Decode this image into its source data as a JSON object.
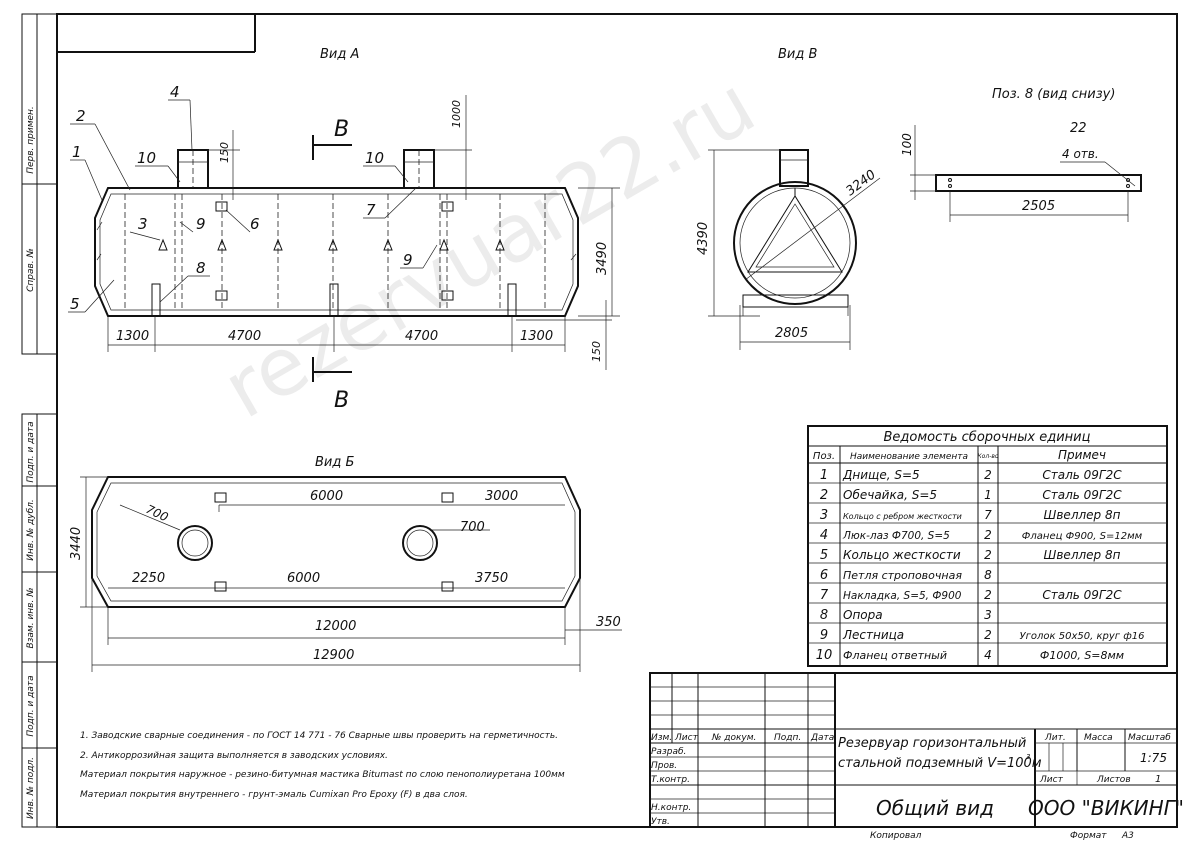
{
  "watermark": "rezervuar22.ru",
  "side_labels": [
    "Перв. примен.",
    "Справ. №",
    "Подп. и дата",
    "Инв. № дубл.",
    "Взам. инв. №",
    "Подп. и дата",
    "Инв. № подл."
  ],
  "views": {
    "a": {
      "title": "Вид А"
    },
    "b": {
      "title": "Вид Б"
    },
    "v": {
      "title": "Вид В"
    },
    "pos8": {
      "title": "Поз. 8 (вид снизу)"
    },
    "section_letter": "В"
  },
  "view_a": {
    "callouts": [
      "4",
      "2",
      "1",
      "10",
      "3",
      "9",
      "6",
      "10",
      "7",
      "9",
      "8",
      "5"
    ],
    "dims": {
      "len_1300_left": "1300",
      "len_4700_a": "4700",
      "len_4700_b": "4700",
      "len_1300_right": "1300",
      "height_3490": "3490",
      "neck_150": "150",
      "neck_1000": "1000",
      "support_150": "150"
    }
  },
  "view_v": {
    "dims": {
      "height_4390": "4390",
      "diameter_3240": "3240",
      "width_2805": "2805"
    }
  },
  "pos8": {
    "dims": {
      "height_100": "100",
      "length_2505": "2505",
      "holes_22": "22",
      "holes_count": "4 отв."
    }
  },
  "view_b": {
    "dims": {
      "d_6000_top": "6000",
      "d_3000": "3000",
      "d_700_a": "700",
      "d_700_b": "700",
      "d_2250": "2250",
      "d_6000_bot": "6000",
      "d_3750": "3750",
      "d_12000": "12000",
      "d_12900": "12900",
      "d_3440": "3440",
      "d_350": "350"
    }
  },
  "spec_table": {
    "title": "Ведомость сборочных единиц",
    "headers": [
      "Поз.",
      "Наименование элемента",
      "Кол-во",
      "Примеч"
    ],
    "rows": [
      [
        "1",
        "Днище, S=5",
        "2",
        "Сталь 09Г2С"
      ],
      [
        "2",
        "Обечайка, S=5",
        "1",
        "Сталь 09Г2С"
      ],
      [
        "3",
        "Кольцо с ребром жесткости",
        "7",
        "Швеллер 8п"
      ],
      [
        "4",
        "Люк-лаз Ф700, S=5",
        "2",
        "Фланец Ф900, S=12мм"
      ],
      [
        "5",
        "Кольцо жесткости",
        "2",
        "Швеллер 8п"
      ],
      [
        "6",
        "Петля строповочная",
        "8",
        ""
      ],
      [
        "7",
        "Накладка, S=5, Ф900",
        "2",
        "Сталь 09Г2С"
      ],
      [
        "8",
        "Опора",
        "3",
        ""
      ],
      [
        "9",
        "Лестница",
        "2",
        "Уголок 50х50, круг ф16"
      ],
      [
        "10",
        "Фланец ответный",
        "4",
        "Ф1000, S=8мм"
      ]
    ]
  },
  "notes": [
    "1. Заводские сварные соединения - по ГОСТ 14 771 - 76 Сварные швы проверить на герметичность.",
    "2. Антикоррозийная защита выполняется в заводских условиях.",
    "Материал покрытия наружное - резино-битумная мастика Bitumast по слою пенополиуретана 100мм",
    "Материал покрытия внутреннего - грунт-эмаль Cumixan Pro Epoxy (F) в два слоя."
  ],
  "title_block": {
    "row_labels": [
      "Изм.",
      "Лист",
      "№ докум.",
      "Подп.",
      "Дата"
    ],
    "roles": [
      "Разраб.",
      "Пров.",
      "Т.контр.",
      "Н.контр.",
      "Утв."
    ],
    "product_line1": "Резервуар горизонтальный",
    "product_line2": "стальной подземный V=100м",
    "product_sup": "3",
    "drawing_name": "Общий вид",
    "company": "ООО \"ВИКИНГ\"",
    "lit_label": "Лит.",
    "mass_label": "Масса",
    "scale_label": "Масштаб",
    "scale_value": "1:75",
    "sheet_label": "Лист",
    "sheets_label": "Листов",
    "sheets_value": "1",
    "copied": "Копировал",
    "format_label": "Формат",
    "format_value": "А3"
  }
}
